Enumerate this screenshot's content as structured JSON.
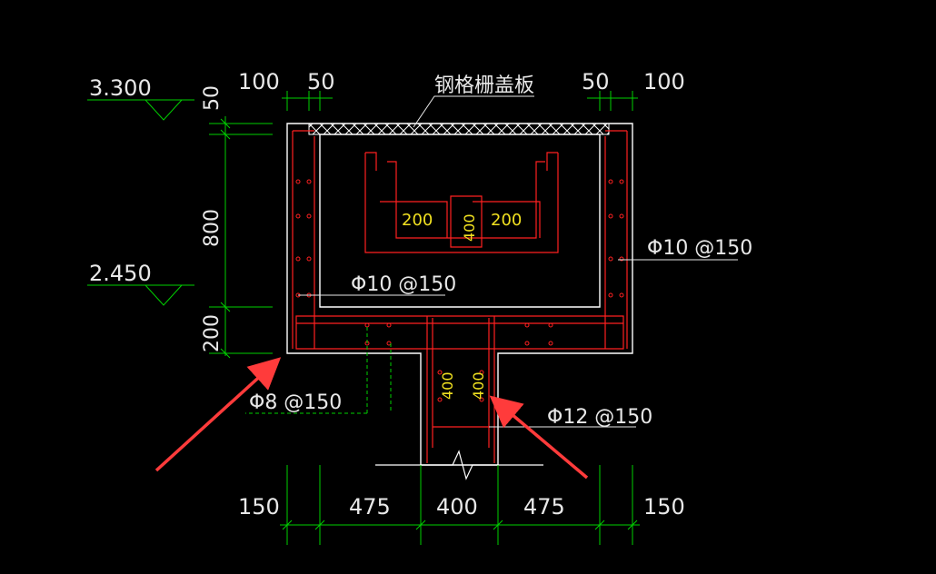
{
  "colors": {
    "background": "#000000",
    "outline": "#ffffff",
    "rebar": "#ff2020",
    "dimension": "#00d000",
    "rebar_size": "#f0e020",
    "arrow": "#ff3b3b"
  },
  "labels": {
    "cover": "钢格栅盖板",
    "elev_top": "3.300",
    "elev_bottom": "2.450",
    "wall_rebar_right": "Φ10 @150",
    "wall_rebar_inner": "Φ10 @150",
    "slab_rebar": "Φ8 @150",
    "beam_rebar": "Φ12 @150"
  },
  "dimensions": {
    "top_left_1": "100",
    "top_left_2": "50",
    "top_right_1": "50",
    "top_right_2": "100",
    "left_1": "50",
    "left_2": "800",
    "left_3": "200",
    "bottom_1": "150",
    "bottom_2": "475",
    "bottom_3": "400",
    "bottom_4": "475",
    "bottom_5": "150"
  },
  "rebar_sizes": {
    "upper_left": "200",
    "upper_mid": "400",
    "upper_right": "200",
    "beam_left": "400",
    "beam_right": "400"
  }
}
